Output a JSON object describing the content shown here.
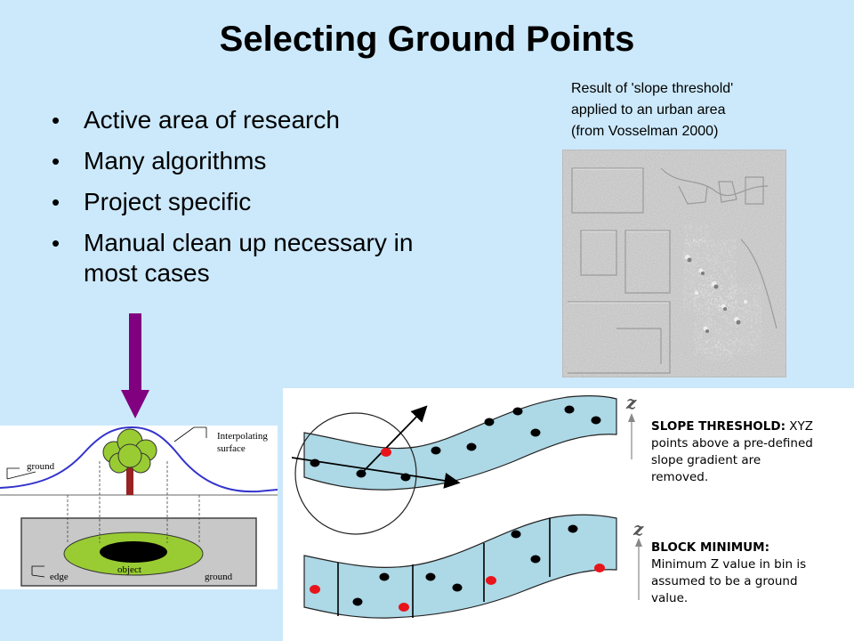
{
  "title": "Selecting Ground Points",
  "bullets": [
    "Active area of research",
    "Many algorithms",
    "Project specific",
    "Manual clean up necessary in most cases"
  ],
  "caption": {
    "line1": "Result of 'slope threshold'",
    "line2": "applied to an urban area",
    "line3": "(from Vosselman 2000)"
  },
  "left_diagram": {
    "interpolating_surface_line1": "Interpolating",
    "interpolating_surface_line2": "surface",
    "ground_top": "ground",
    "edge": "edge",
    "object": "object",
    "ground_bottom": "ground"
  },
  "right_diagram": {
    "z_axis": "z",
    "slope_title": "SLOPE THRESHOLD:",
    "slope_text_1": " XYZ",
    "slope_text_2": "points above a pre-defined",
    "slope_text_3": "slope gradient are",
    "slope_text_4": "removed.",
    "block_title": "BLOCK MINIMUM:",
    "block_text_1": "Minimum Z value in bin is",
    "block_text_2": "assumed to be a ground",
    "block_text_3": "value."
  },
  "colors": {
    "background": "#cce9fb",
    "arrow": "#800080",
    "band": "#add8e6",
    "ground_point": "#000000",
    "removed_point": "#e8141b",
    "curve": "#3333cc",
    "tree_crown": "#99cc33",
    "object_ring": "#99cc33"
  },
  "icons": {
    "bullet": "•",
    "arrow": "down-arrow-icon"
  }
}
